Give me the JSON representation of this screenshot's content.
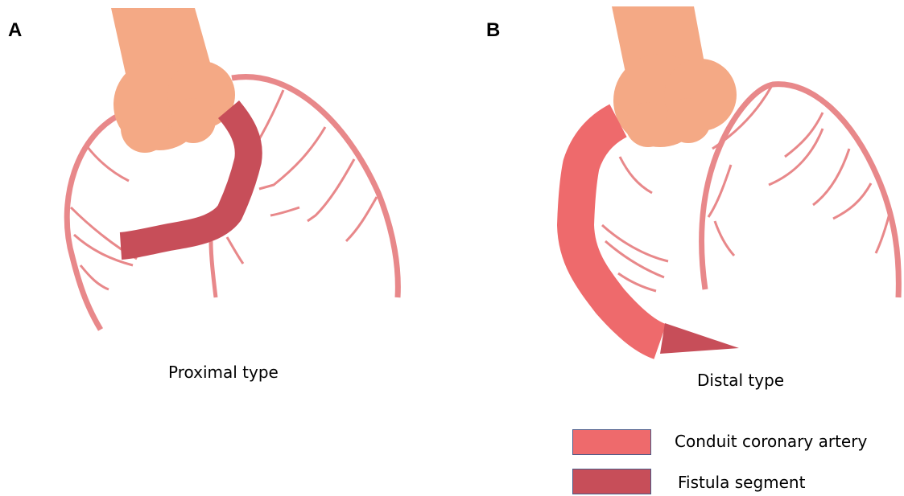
{
  "panels": [
    {
      "letter": "A",
      "caption": "Proximal type"
    },
    {
      "letter": "B",
      "caption": "Distal type"
    }
  ],
  "legend": [
    {
      "label": "Conduit coronary artery",
      "color": "#ee6a6c"
    },
    {
      "label": "Fistula segment",
      "color": "#c74e59"
    }
  ],
  "colors": {
    "aorta": "#f4a985",
    "branch_artery": "#e8888a",
    "conduit": "#ee6a6c",
    "fistula": "#c74e59"
  }
}
